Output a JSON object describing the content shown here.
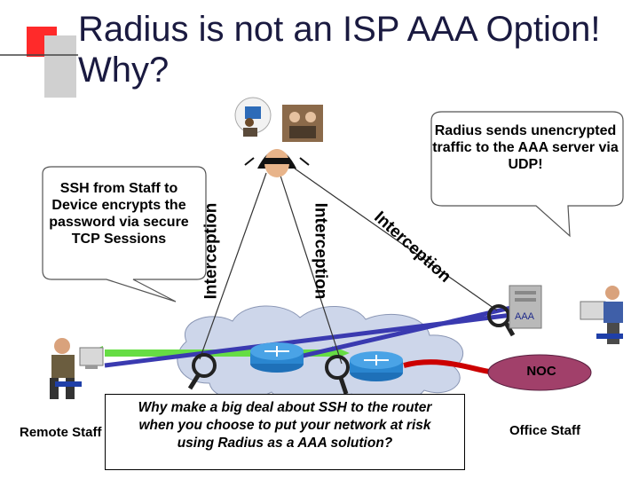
{
  "title": {
    "line1": "Radius is not an ISP AAA Option!",
    "line2": "Why?"
  },
  "callouts": {
    "ssh": "SSH from Staff to Device encrypts the password via secure TCP Sessions",
    "radius": "Radius sends unencrypted traffic to the AAA server via UDP!"
  },
  "interception_labels": [
    "Interception",
    "Interception",
    "Interception"
  ],
  "nodes": {
    "aaa": "AAA",
    "noc": "NOC",
    "remote_staff": "Remote Staff",
    "office_staff": "Office Staff"
  },
  "question": {
    "line1": "Why make a big deal about SSH to the router",
    "line2": "when you choose to put your network at risk",
    "line3": "using Radius as a AAA solution?"
  },
  "colors": {
    "ssh_link": "#66dd44",
    "radius_link": "#3a3ab0",
    "noc_fill": "#a1406a",
    "cloud": "#cdd6ea",
    "accent_red": "#cc0000"
  }
}
